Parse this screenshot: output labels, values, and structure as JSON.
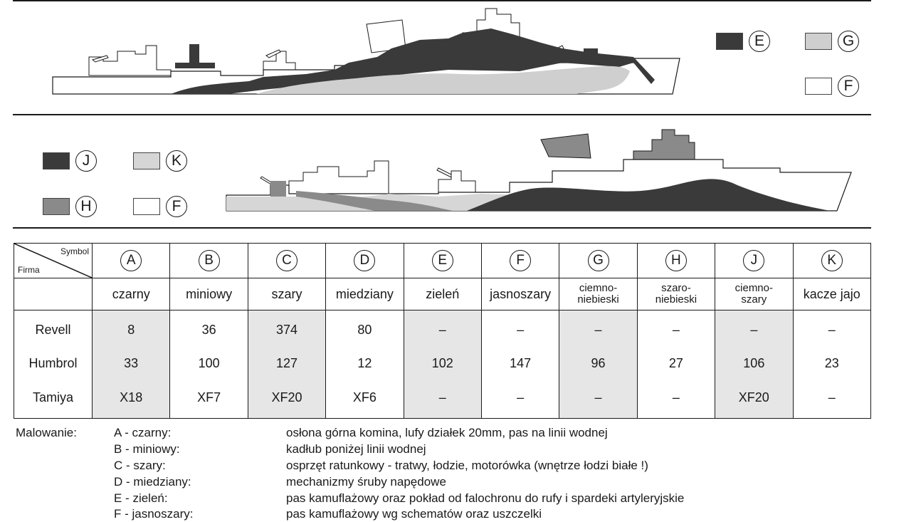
{
  "colors": {
    "E": "#3a3a3a",
    "G": "#cfcfcf",
    "F": "#ffffff",
    "J": "#3a3a3a",
    "K": "#d6d6d6",
    "H": "#8a8a8a",
    "line": "#1a1a1a",
    "shade": "#e6e6e6"
  },
  "legend_top": [
    {
      "key": "E",
      "color": "#3a3a3a"
    },
    {
      "key": "G",
      "color": "#cfcfcf"
    },
    {
      "key": "F",
      "color": "#ffffff"
    }
  ],
  "legend_bottom": [
    {
      "key": "J",
      "color": "#3a3a3a"
    },
    {
      "key": "K",
      "color": "#d6d6d6"
    },
    {
      "key": "H",
      "color": "#8a8a8a"
    },
    {
      "key": "F",
      "color": "#ffffff"
    }
  ],
  "table": {
    "corner_symbol": "Symbol",
    "corner_firma": "Firma",
    "symbols": [
      "A",
      "B",
      "C",
      "D",
      "E",
      "F",
      "G",
      "H",
      "J",
      "K"
    ],
    "names": [
      {
        "l1": "czarny"
      },
      {
        "l1": "miniowy"
      },
      {
        "l1": "szary"
      },
      {
        "l1": "miedziany"
      },
      {
        "l1": "zieleń"
      },
      {
        "l1": "jasnoszary"
      },
      {
        "l1": "ciemno-",
        "l2": "niebieski"
      },
      {
        "l1": "szaro-",
        "l2": "niebieski"
      },
      {
        "l1": "ciemno-",
        "l2": "szary"
      },
      {
        "l1": "kacze jajo"
      }
    ],
    "firms": [
      "Revell",
      "Humbrol",
      "Tamiya"
    ],
    "values": [
      [
        "8",
        "33",
        "X18"
      ],
      [
        "36",
        "100",
        "XF7"
      ],
      [
        "374",
        "127",
        "XF20"
      ],
      [
        "80",
        "12",
        "XF6"
      ],
      [
        "–",
        "102",
        "–"
      ],
      [
        "–",
        "147",
        "–"
      ],
      [
        "–",
        "96",
        "–"
      ],
      [
        "–",
        "27",
        "–"
      ],
      [
        "–",
        "106",
        "XF20"
      ],
      [
        "–",
        "23",
        "–"
      ]
    ],
    "shaded_columns": [
      0,
      2,
      4,
      6,
      8
    ]
  },
  "notes": {
    "label": "Malowanie:",
    "items": [
      {
        "k": "A - czarny:",
        "v": "osłona górna komina, lufy działek 20mm, pas na linii wodnej"
      },
      {
        "k": "B - miniowy:",
        "v": "kadłub poniżej linii wodnej"
      },
      {
        "k": "C - szary:",
        "v": "osprzęt ratunkowy - tratwy, łodzie, motorówka (wnętrze łodzi białe !)"
      },
      {
        "k": "D - miedziany:",
        "v": "mechanizmy śruby napędowe"
      },
      {
        "k": "E - zieleń:",
        "v": "pas kamuflażowy oraz pokład od falochronu do rufy i spardeki artyleryjskie"
      },
      {
        "k": "F - jasnoszary:",
        "v": "pas kamuflażowy wg schematów oraz uszczelki"
      }
    ]
  }
}
